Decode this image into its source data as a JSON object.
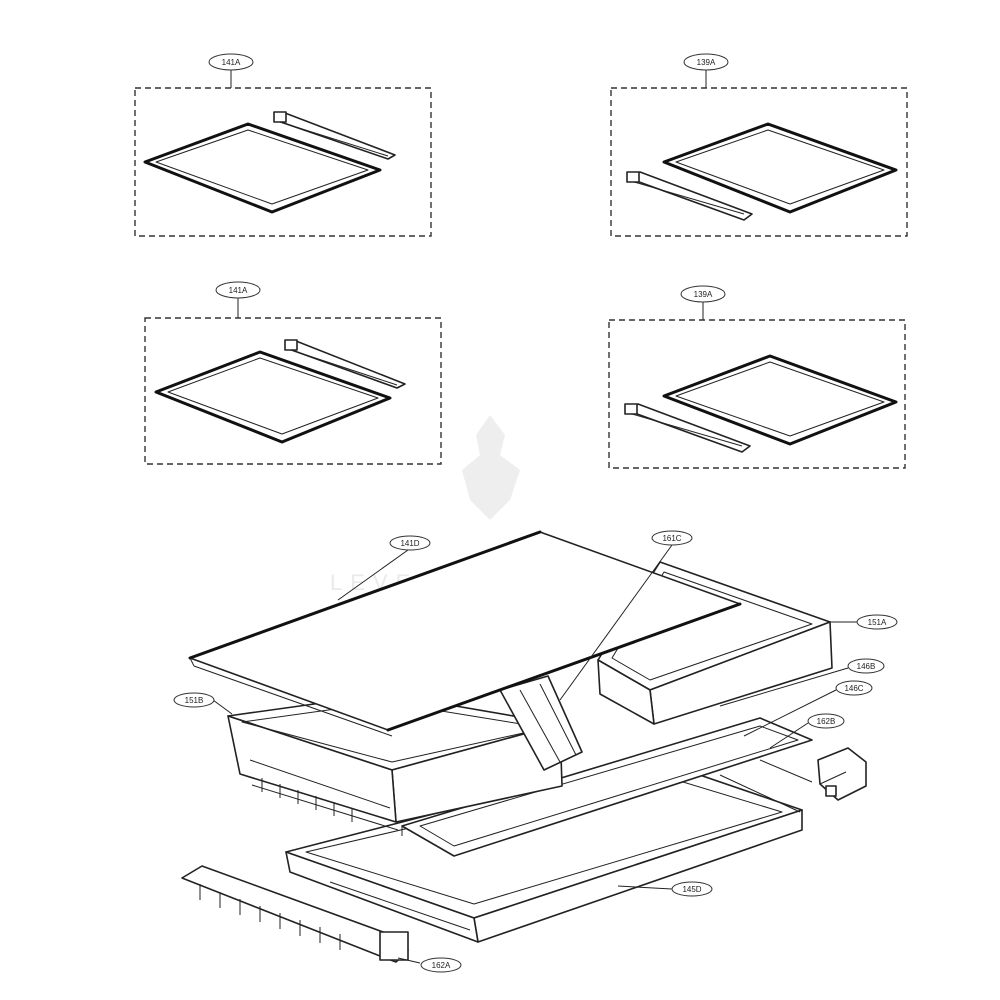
{
  "diagram": {
    "watermark": "LEVENTURE",
    "callouts": {
      "box1": "141A",
      "box2": "139A",
      "box3": "141A",
      "box4": "139A",
      "shelf_glass": "141D",
      "center_rail": "161C",
      "right_drawer": "151A",
      "cover_front": "146B",
      "cover_rear": "146C",
      "right_bracket": "162B",
      "left_drawer": "151B",
      "tray": "145D",
      "left_bracket": "162A"
    }
  }
}
